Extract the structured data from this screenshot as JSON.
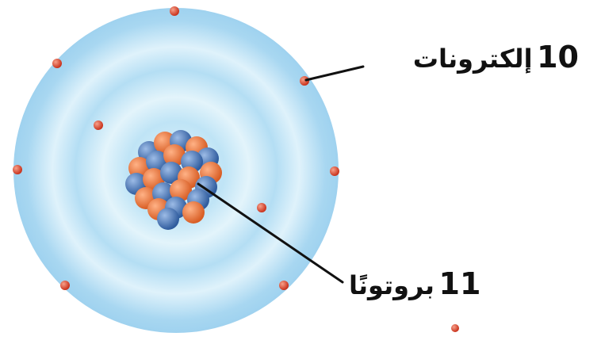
{
  "labels": {
    "electrons": {
      "count": "10",
      "text": "إلكترونات"
    },
    "protons": {
      "count": "11",
      "text": "بروتونًا"
    }
  },
  "colors": {
    "electron_cloud_outer": "#a9d8f0",
    "electron_cloud_inner": "#d5eef9",
    "electron": "#d9432b",
    "proton": "#e8773a",
    "neutron": "#4f7fbf",
    "leader_line": "#111111"
  }
}
